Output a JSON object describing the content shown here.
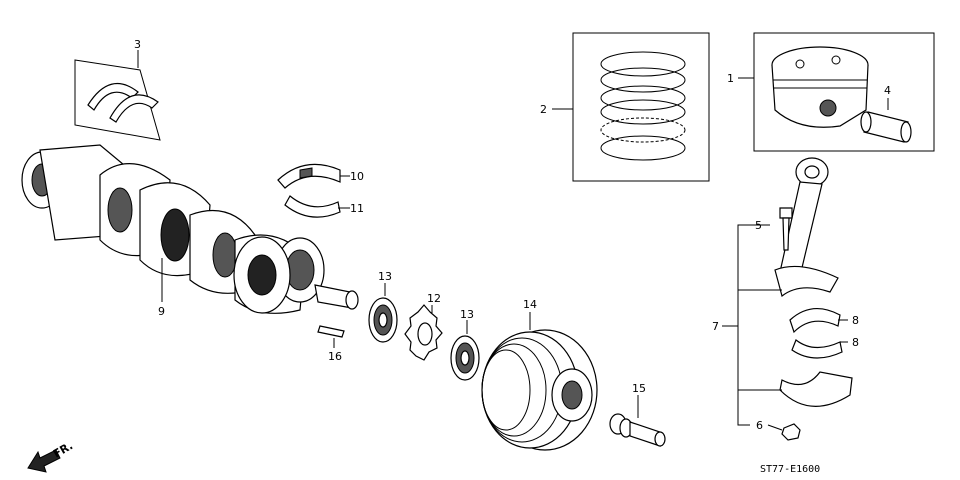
{
  "callouts": {
    "c1": "1",
    "c2": "2",
    "c3": "3",
    "c4": "4",
    "c5": "5",
    "c6": "6",
    "c7": "7",
    "c8a": "8",
    "c8b": "8",
    "c9": "9",
    "c10": "10",
    "c11": "11",
    "c12": "12",
    "c13a": "13",
    "c13b": "13",
    "c14": "14",
    "c15": "15",
    "c16": "16"
  },
  "direction_label": "FR.",
  "diagram_code": "ST77-E1600",
  "icons": {
    "direction_arrow": "arrow-down-left-icon"
  }
}
